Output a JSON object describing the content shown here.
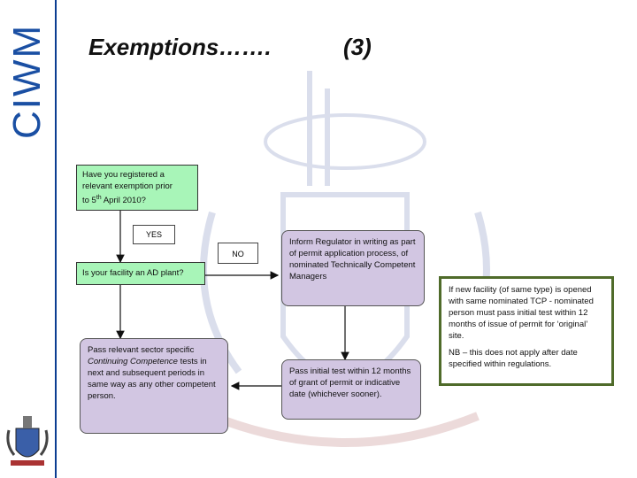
{
  "header": {
    "title": "Exemptions…….",
    "slide_number": "(3)"
  },
  "brand": {
    "logo_text": "CIWM"
  },
  "flow": {
    "q1": {
      "line1": "Have you registered a",
      "line2": "relevant exemption prior",
      "line3_pre": "to 5",
      "line3_sup": "th",
      "line3_post": " April 2010?"
    },
    "yes_label": "YES",
    "no_label": "NO",
    "q2": "Is your facility an AD plant?",
    "competence": {
      "pre": "Pass relevant sector specific ",
      "italic": "Continuing Competence",
      "post": " tests in next and subsequent periods in same way as any other competent person."
    },
    "inform": "Inform Regulator in writing as part of permit application process, of nominated Technically Competent Managers",
    "initial_test": "Pass initial test within 12 months of grant of permit or indicative date (whichever sooner)."
  },
  "note": {
    "para1": "If new facility (of same type) is opened with same nominated TCP - nominated person must pass initial test within 12 months of issue of permit for ‘original’ site.",
    "para2": "NB – this does not apply after date specified within regulations."
  },
  "colors": {
    "green_box": "#a8f5b8",
    "lilac_box": "#d2c6e2",
    "note_border": "#4f6b2a",
    "brand_blue": "#1a4fa3"
  },
  "icons": {
    "crest": "crest-icon",
    "watermark": "watermark-crest-icon"
  }
}
